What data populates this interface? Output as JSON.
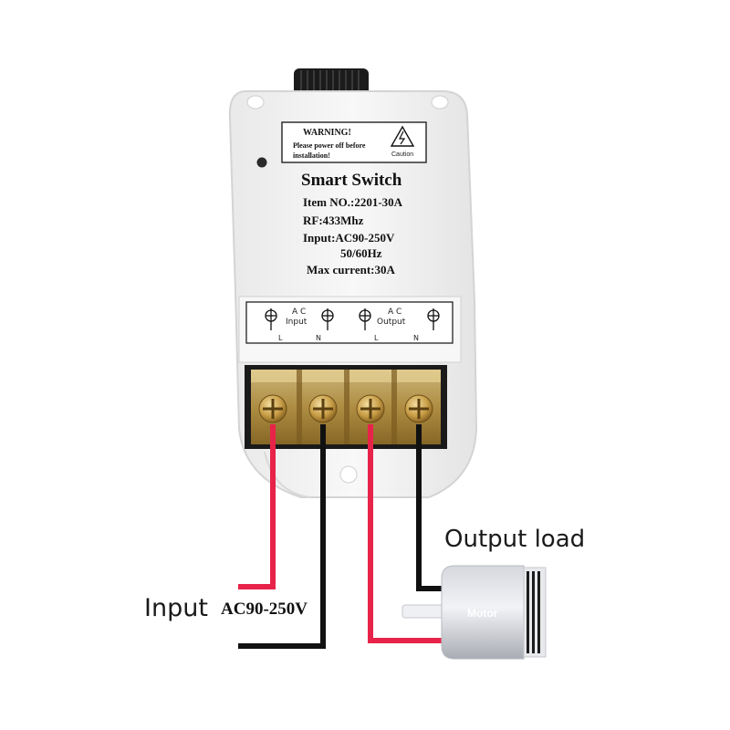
{
  "warning": {
    "title": "WARNING!",
    "line1": "Please power off before",
    "line2": "installation!",
    "caution": "Caution"
  },
  "device": {
    "name": "Smart Switch",
    "item_no": "Item NO.:2201-30A",
    "rf": "RF:433Mhz",
    "input": "Input:AC90-250V",
    "frequency": "50/60Hz",
    "max_current": "Max current:30A"
  },
  "terminals": {
    "input_group": {
      "top": "A C",
      "bottom": "Input"
    },
    "output_group": {
      "top": "A C",
      "bottom": "Output"
    },
    "pins": [
      "L",
      "N",
      "L",
      "N"
    ]
  },
  "wiring": {
    "input_label": "Input",
    "input_voltage": "AC90-250V",
    "output_label": "Output load",
    "motor_label": "Motor"
  },
  "colors": {
    "live_wire": "#e8234a",
    "neutral_wire": "#111111",
    "terminal_gold": "#c9a24a",
    "housing": "#f4f4f4"
  }
}
